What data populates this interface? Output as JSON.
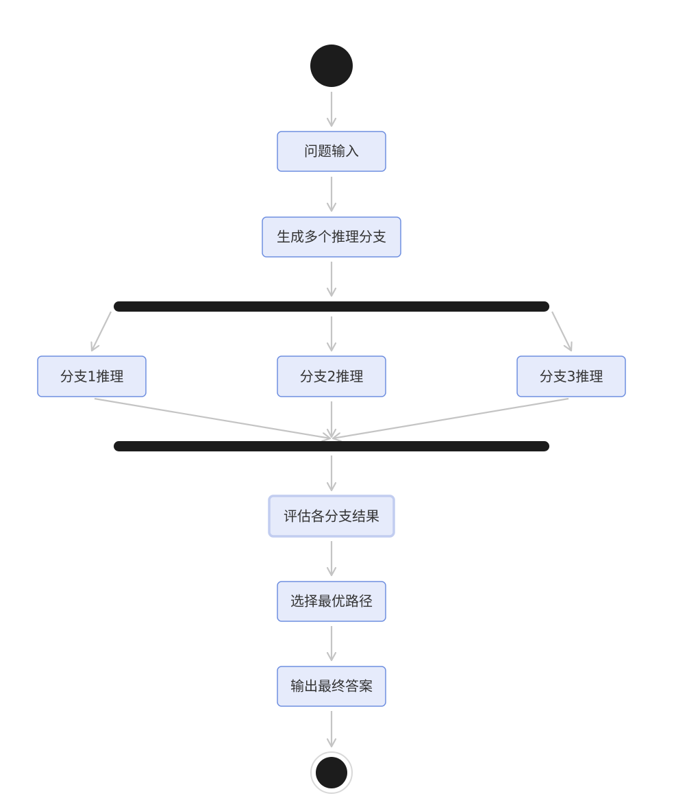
{
  "diagram": {
    "type": "activity",
    "start": "start-node",
    "end": "end-node",
    "nodes": {
      "input": "问题输入",
      "generate": "生成多个推理分支",
      "branch1": "分支1推理",
      "branch2": "分支2推理",
      "branch3": "分支3推理",
      "evaluate": "评估各分支结果",
      "select": "选择最优路径",
      "output": "输出最终答案"
    },
    "flow": [
      [
        "start",
        "input"
      ],
      [
        "input",
        "generate"
      ],
      [
        "generate",
        "fork"
      ],
      [
        "fork",
        "branch1"
      ],
      [
        "fork",
        "branch2"
      ],
      [
        "fork",
        "branch3"
      ],
      [
        "branch1",
        "join"
      ],
      [
        "branch2",
        "join"
      ],
      [
        "branch3",
        "join"
      ],
      [
        "join",
        "evaluate"
      ],
      [
        "evaluate",
        "select"
      ],
      [
        "select",
        "output"
      ],
      [
        "output",
        "end"
      ]
    ],
    "colors": {
      "node_fill": "#e6ebfb",
      "node_stroke": "#6f8fe0",
      "highlight_stroke": "#c2cdf0",
      "bar": "#1c1c1c",
      "arrow": "#c4c4c4",
      "text": "#333333",
      "start_end": "#1c1c1c"
    }
  }
}
